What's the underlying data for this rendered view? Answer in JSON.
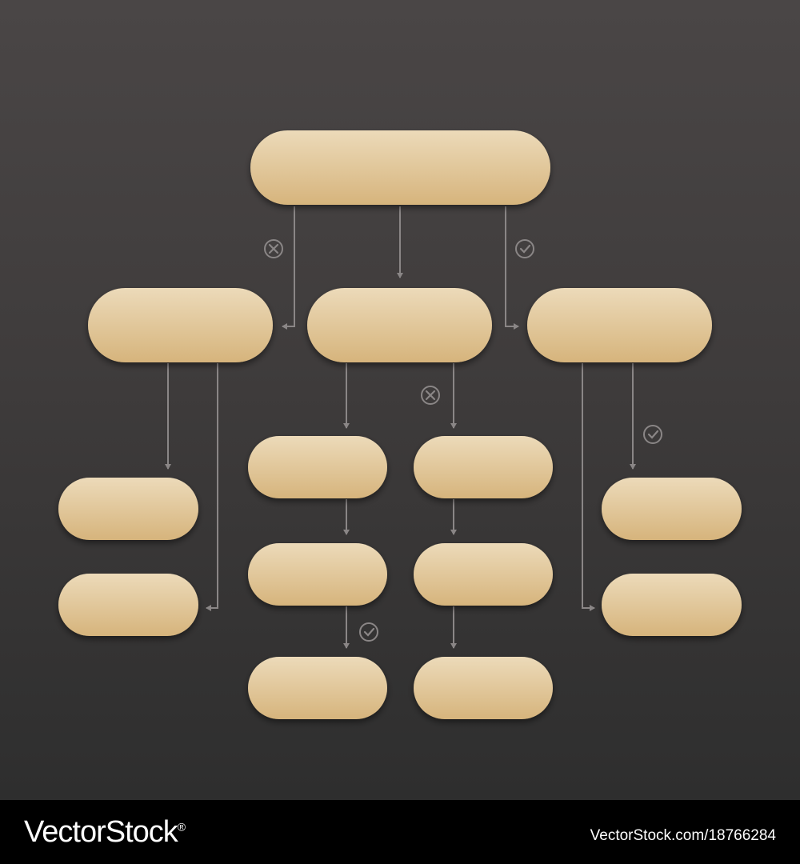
{
  "diagram": {
    "type": "flowchart",
    "node_count": 14,
    "node_fill_top": "#e8d4b0",
    "node_fill_bottom": "#d7b67e",
    "connector_color": "#8a8686",
    "icon_color": "#8a8686",
    "background_top": "#4a4646",
    "background_bottom": "#2e2e2e",
    "branch_marks": [
      {
        "icon": "cross-circle-icon",
        "meaning": "no"
      },
      {
        "icon": "check-circle-icon",
        "meaning": "yes"
      },
      {
        "icon": "cross-circle-icon",
        "meaning": "no"
      },
      {
        "icon": "check-circle-icon",
        "meaning": "yes"
      },
      {
        "icon": "check-circle-icon",
        "meaning": "yes"
      }
    ]
  },
  "watermark": {
    "brand": "VectorStock",
    "registered": "®",
    "id_text": "VectorStock.com/18766284"
  }
}
